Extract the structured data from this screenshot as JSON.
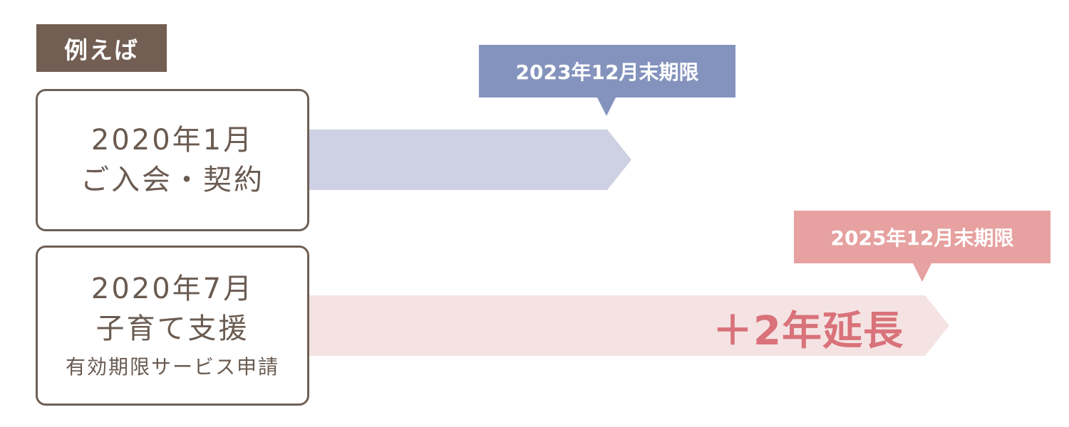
{
  "tag": {
    "label": "例えば"
  },
  "case_standard": {
    "line1": "2020年1月",
    "line2": "ご入会・契約",
    "deadline": "2023年12月末期限"
  },
  "case_extended": {
    "line1": "2020年7月",
    "line2": "子育て支援",
    "line3": "有効期限サービス申請",
    "deadline": "2025年12月末期限",
    "extension": "＋2年延長"
  },
  "colors": {
    "tag_bg": "#725e52",
    "box_border": "#6f6055",
    "arrow_standard": "#cdd1e3",
    "deadline_standard": "#8493bd",
    "arrow_extended": "#f5e3e3",
    "deadline_extended": "#e6a1a0",
    "extension_text": "#d9727a"
  }
}
